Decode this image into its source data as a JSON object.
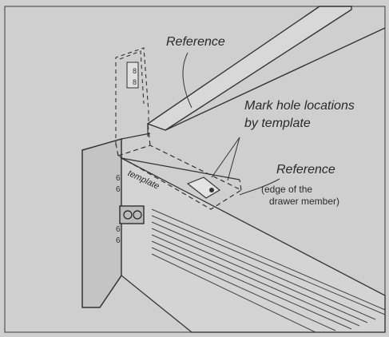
{
  "labels": {
    "reference_top": "Reference",
    "mark_line1": "Mark hole locations",
    "mark_line2": "by template",
    "reference_right": "Reference",
    "edge_line1": "(edge of the",
    "edge_line2": "drawer member)",
    "template": "template"
  },
  "colors": {
    "background": "#cfcfcf",
    "line": "#333333",
    "panel_fill": "#d8d8d8",
    "face_fill": "#c4c4c4"
  }
}
